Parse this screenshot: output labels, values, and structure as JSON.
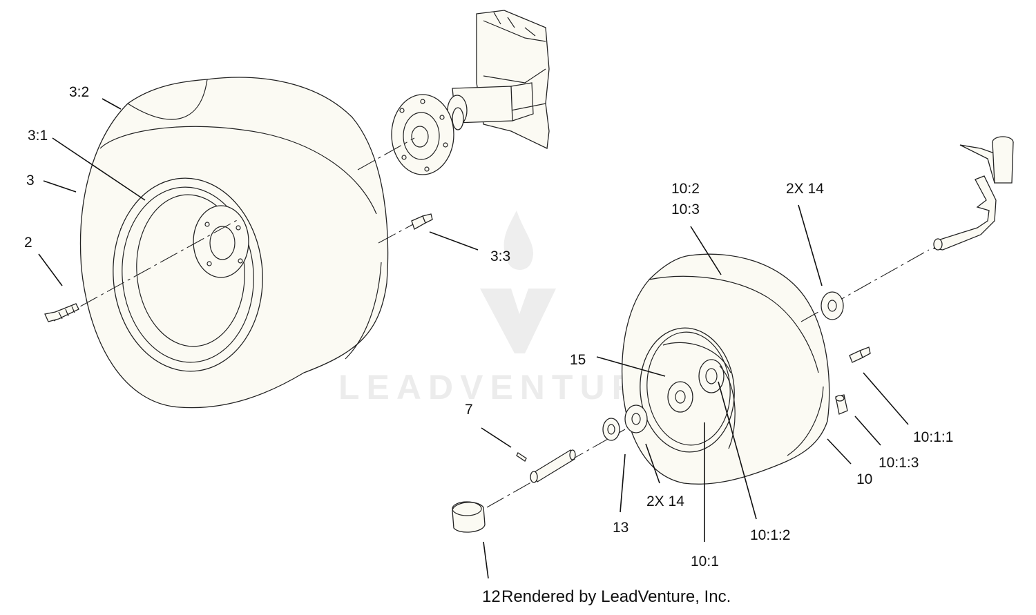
{
  "watermark": {
    "brand": "LEADVENTURE"
  },
  "credit": {
    "part_number": "12",
    "text": "Rendered by LeadVenture, Inc."
  },
  "callouts": {
    "c_3_2": "3:2",
    "c_3_1": "3:1",
    "c_3": "3",
    "c_2": "2",
    "c_3_3": "3:3",
    "c_10_2": "10:2",
    "c_10_3": "10:3",
    "c_2x14_top": "2X 14",
    "c_15": "15",
    "c_7": "7",
    "c_10_1_1": "10:1:1",
    "c_10_1_3": "10:1:3",
    "c_10": "10",
    "c_2x14_bottom": "2X 14",
    "c_13": "13",
    "c_10_1_2": "10:1:2",
    "c_10_1": "10:1"
  }
}
